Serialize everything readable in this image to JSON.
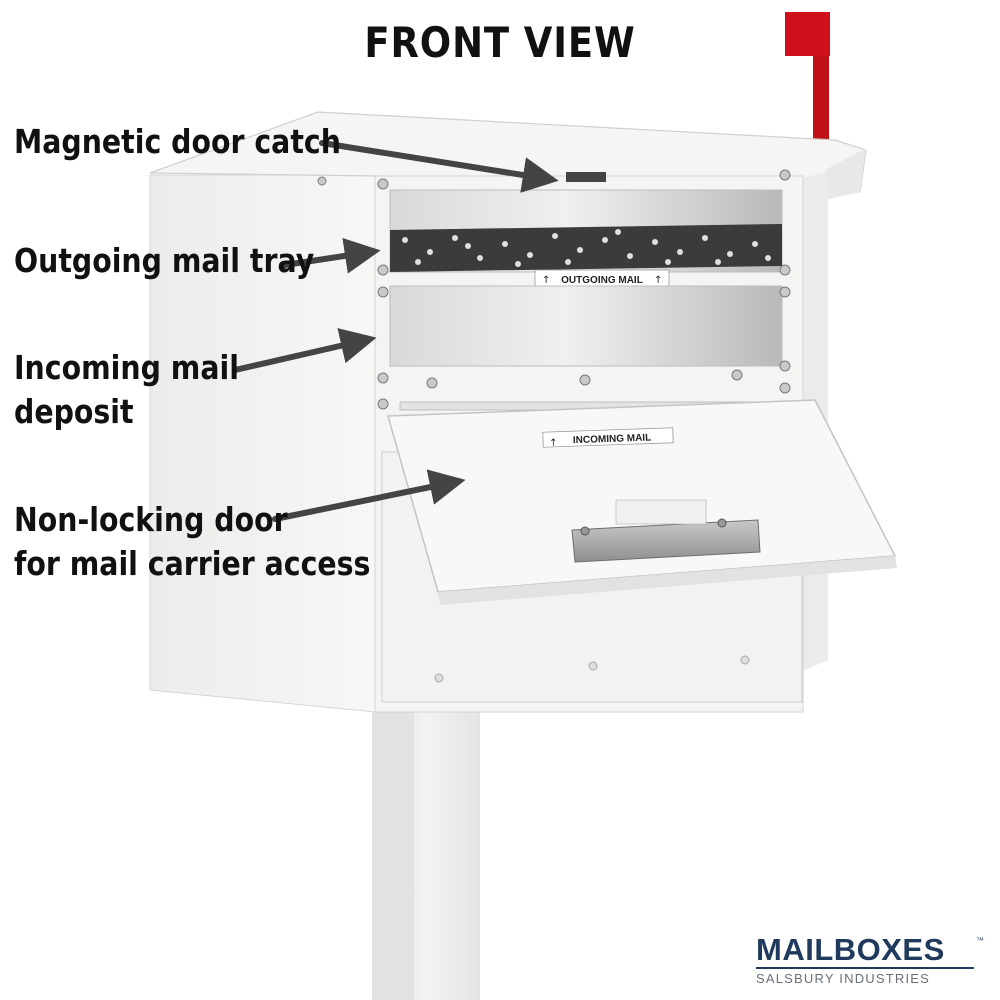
{
  "title": "FRONT VIEW",
  "callouts": [
    {
      "lines": [
        "Magnetic door catch"
      ]
    },
    {
      "lines": [
        "Outgoing mail tray"
      ]
    },
    {
      "lines": [
        "Incoming mail",
        "deposit"
      ]
    },
    {
      "lines": [
        "Non-locking door",
        "for mail carrier access"
      ]
    }
  ],
  "mailbox_labels": {
    "outgoing": "OUTGOING MAIL",
    "incoming": "INCOMING MAIL"
  },
  "brand": {
    "name": "MAILBOXES",
    "trademark": "™",
    "subtitle": "SALSBURY INDUSTRIES"
  },
  "colors": {
    "mailbox_white": "#f4f4f2",
    "flag_red": "#d0101a",
    "arrow_gray": "#444444",
    "brand_navy": "#1f3a5c"
  }
}
